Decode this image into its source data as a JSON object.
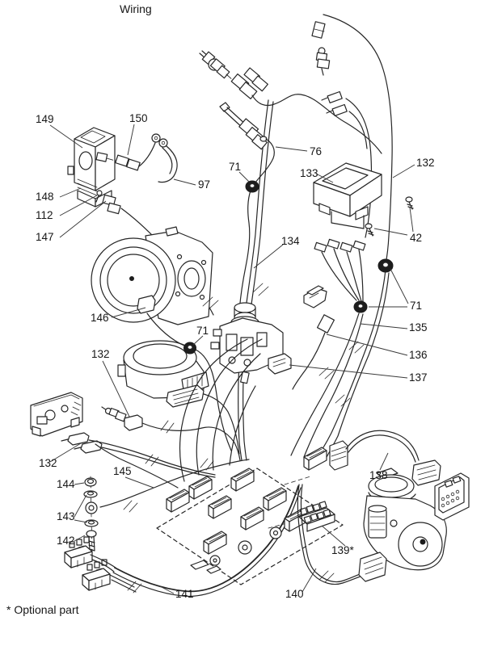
{
  "title": "Wiring",
  "footnote": "* Optional part",
  "ink_color": "#262626",
  "callouts": [
    {
      "label": "149"
    },
    {
      "label": "150"
    },
    {
      "label": "97"
    },
    {
      "label": "148"
    },
    {
      "label": "112"
    },
    {
      "label": "147"
    },
    {
      "label": "76"
    },
    {
      "label": "71"
    },
    {
      "label": "133"
    },
    {
      "label": "132"
    },
    {
      "label": "42"
    },
    {
      "label": "134"
    },
    {
      "label": "146"
    },
    {
      "label": "71"
    },
    {
      "label": "71"
    },
    {
      "label": "135"
    },
    {
      "label": "136"
    },
    {
      "label": "137"
    },
    {
      "label": "132"
    },
    {
      "label": "132"
    },
    {
      "label": "145"
    },
    {
      "label": "144"
    },
    {
      "label": "143"
    },
    {
      "label": "142"
    },
    {
      "label": "138"
    },
    {
      "label": "139*"
    },
    {
      "label": "141"
    },
    {
      "label": "140"
    }
  ]
}
